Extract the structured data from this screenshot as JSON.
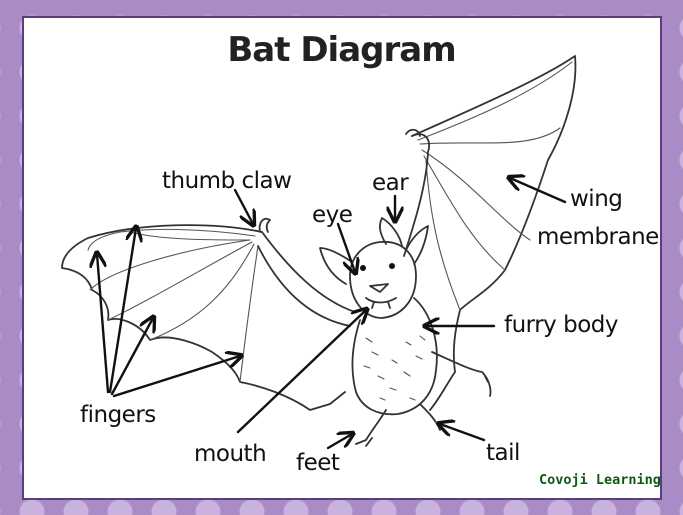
{
  "title": "Bat Diagram",
  "labels": {
    "thumb_claw": "thumb claw",
    "ear": "ear",
    "eye": "eye",
    "wing_membrane_line1": "wing",
    "wing_membrane_line2": "membrane",
    "furry_body": "furry body",
    "fingers": "fingers",
    "mouth": "mouth",
    "feet": "feet",
    "tail": "tail"
  },
  "brand": "Covoji Learning",
  "colors": {
    "background": "#a98cc6",
    "dots": "#c9b3de",
    "card_border": "#5b3d7a",
    "brand": "#0d5a12"
  }
}
